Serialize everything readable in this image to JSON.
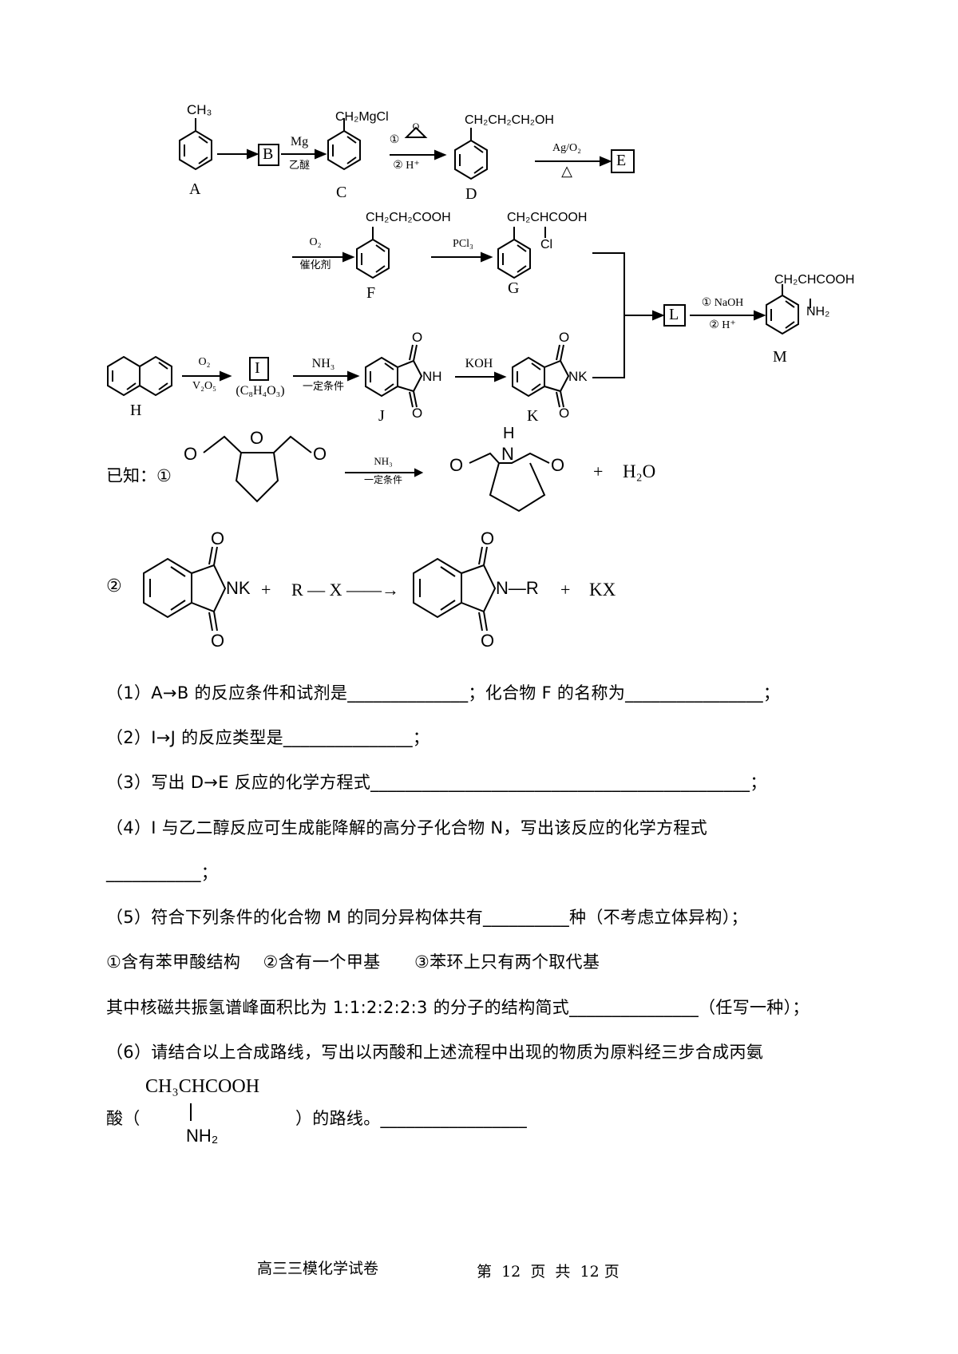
{
  "scheme": {
    "A": {
      "sub": "CH₃",
      "label": "A"
    },
    "B": "B",
    "C": {
      "sub": "CH₂MgCl",
      "label": "C"
    },
    "D": {
      "sub": "CH₂CH₂CH₂OH",
      "label": "D"
    },
    "E": "E",
    "F": {
      "sub": "CH₂CH₂COOH",
      "label": "F"
    },
    "G": {
      "sub": "CH₂CHCOOH",
      "cl": "Cl",
      "label": "G"
    },
    "H": "H",
    "I": {
      "box": "I",
      "formula": "(C₈H₄O₃)"
    },
    "J": {
      "label": "J",
      "nh": "NH"
    },
    "K": {
      "label": "K",
      "nk": "NK"
    },
    "L": "L",
    "M": {
      "sub": "CH₂CHCOOH",
      "nh2": "NH₂",
      "label": "M"
    },
    "arrows": {
      "ab": "",
      "bc_top": "Mg",
      "bc_bottom": "乙醚",
      "cd_top": "①",
      "cd_bottom": "② H⁺",
      "de_top": "Ag/O₂",
      "de_bottom": "△",
      "ef_top": "O₂",
      "ef_bottom": "催化剂",
      "fg_top": "PCl₃",
      "hi_top": "O₂",
      "hi_bottom": "V₂O₅",
      "ij_top": "NH₃",
      "ij_bottom": "一定条件",
      "jk_top": "KOH",
      "lm_top": "① NaOH",
      "lm_bottom": "② H⁺"
    }
  },
  "known": {
    "prefix": "已知：①",
    "r1_top": "NH₃",
    "r1_bottom": "一定条件",
    "r1_plus": "+",
    "r1_water": "H₂O",
    "o": "O",
    "nh": "N",
    "h": "H",
    "r2_num": "②",
    "r2_nk": "NK",
    "r2_plus1": "+",
    "r2_rx": "R — X ——→",
    "r2_nr": "N—R",
    "r2_plus2": "+",
    "r2_kx": "KX"
  },
  "questions": {
    "q1": "（1）A→B 的反应条件和试剂是______________；化合物 F 的名称为________________；",
    "q2": "（2）I→J 的反应类型是_______________；",
    "q3": "（3）写出 D→E 反应的化学方程式____________________________________________；",
    "q4": "（4）I 与乙二醇反应可生成能降解的高分子化合物 N，写出该反应的化学方程式",
    "q4b": "___________；",
    "q5": "（5）符合下列条件的化合物 M 的同分异构体共有__________种（不考虑立体异构）；",
    "q5a": "①含有苯甲酸结构　 ②含有一个甲基　　③苯环上只有两个取代基",
    "q5b": "其中核磁共振氢谱峰面积比为 1:1:2:2:2:3 的分子的结构简式_______________（任写一种）；",
    "q6": "（6）请结合以上合成路线，写出以丙酸和上述流程中出现的物质为原料经三步合成丙氨",
    "q6b_start": "酸（",
    "q6b_end": "）的路线。_________________",
    "alanine_top": "CH₃CHCOOH",
    "alanine_nh2": "NH₂"
  },
  "footer": {
    "title": "高三三模化学试卷",
    "page": "第  12  页  共  12 页"
  }
}
